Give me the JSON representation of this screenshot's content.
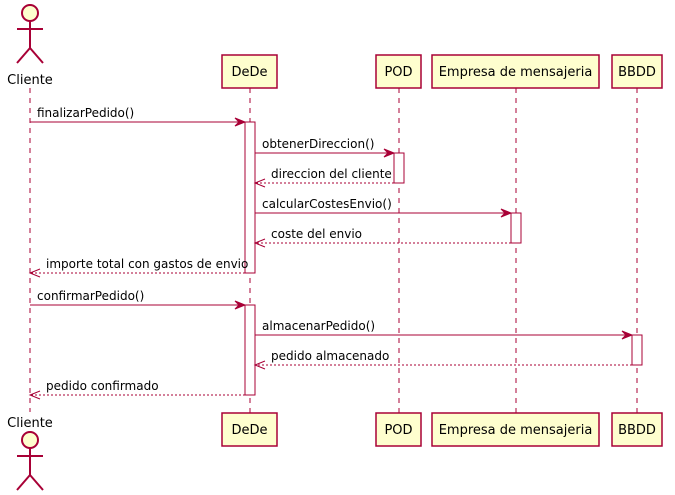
{
  "diagram": {
    "type": "sequence",
    "colors": {
      "line": "#A80036",
      "box_fill": "#FEFECE",
      "activation_fill": "#FFFFFF"
    },
    "participants": [
      {
        "id": "cliente",
        "label": "Cliente",
        "kind": "actor"
      },
      {
        "id": "dede",
        "label": "DeDe",
        "kind": "participant"
      },
      {
        "id": "pod",
        "label": "POD",
        "kind": "participant"
      },
      {
        "id": "empresa",
        "label": "Empresa de mensajeria",
        "kind": "participant"
      },
      {
        "id": "bbdd",
        "label": "BBDD",
        "kind": "participant"
      }
    ],
    "messages": [
      {
        "from": "cliente",
        "to": "dede",
        "label": "finalizarPedido()",
        "style": "sync"
      },
      {
        "from": "dede",
        "to": "pod",
        "label": "obtenerDireccion()",
        "style": "sync"
      },
      {
        "from": "pod",
        "to": "dede",
        "label": "direccion del cliente",
        "style": "return"
      },
      {
        "from": "dede",
        "to": "empresa",
        "label": "calcularCostesEnvio()",
        "style": "sync"
      },
      {
        "from": "empresa",
        "to": "dede",
        "label": "coste del envio",
        "style": "return"
      },
      {
        "from": "dede",
        "to": "cliente",
        "label": "importe total con gastos de envio",
        "style": "return"
      },
      {
        "from": "cliente",
        "to": "dede",
        "label": "confirmarPedido()",
        "style": "sync"
      },
      {
        "from": "dede",
        "to": "bbdd",
        "label": "almacenarPedido()",
        "style": "sync"
      },
      {
        "from": "bbdd",
        "to": "dede",
        "label": "pedido almacenado",
        "style": "return"
      },
      {
        "from": "dede",
        "to": "cliente",
        "label": "pedido confirmado",
        "style": "return"
      }
    ]
  }
}
